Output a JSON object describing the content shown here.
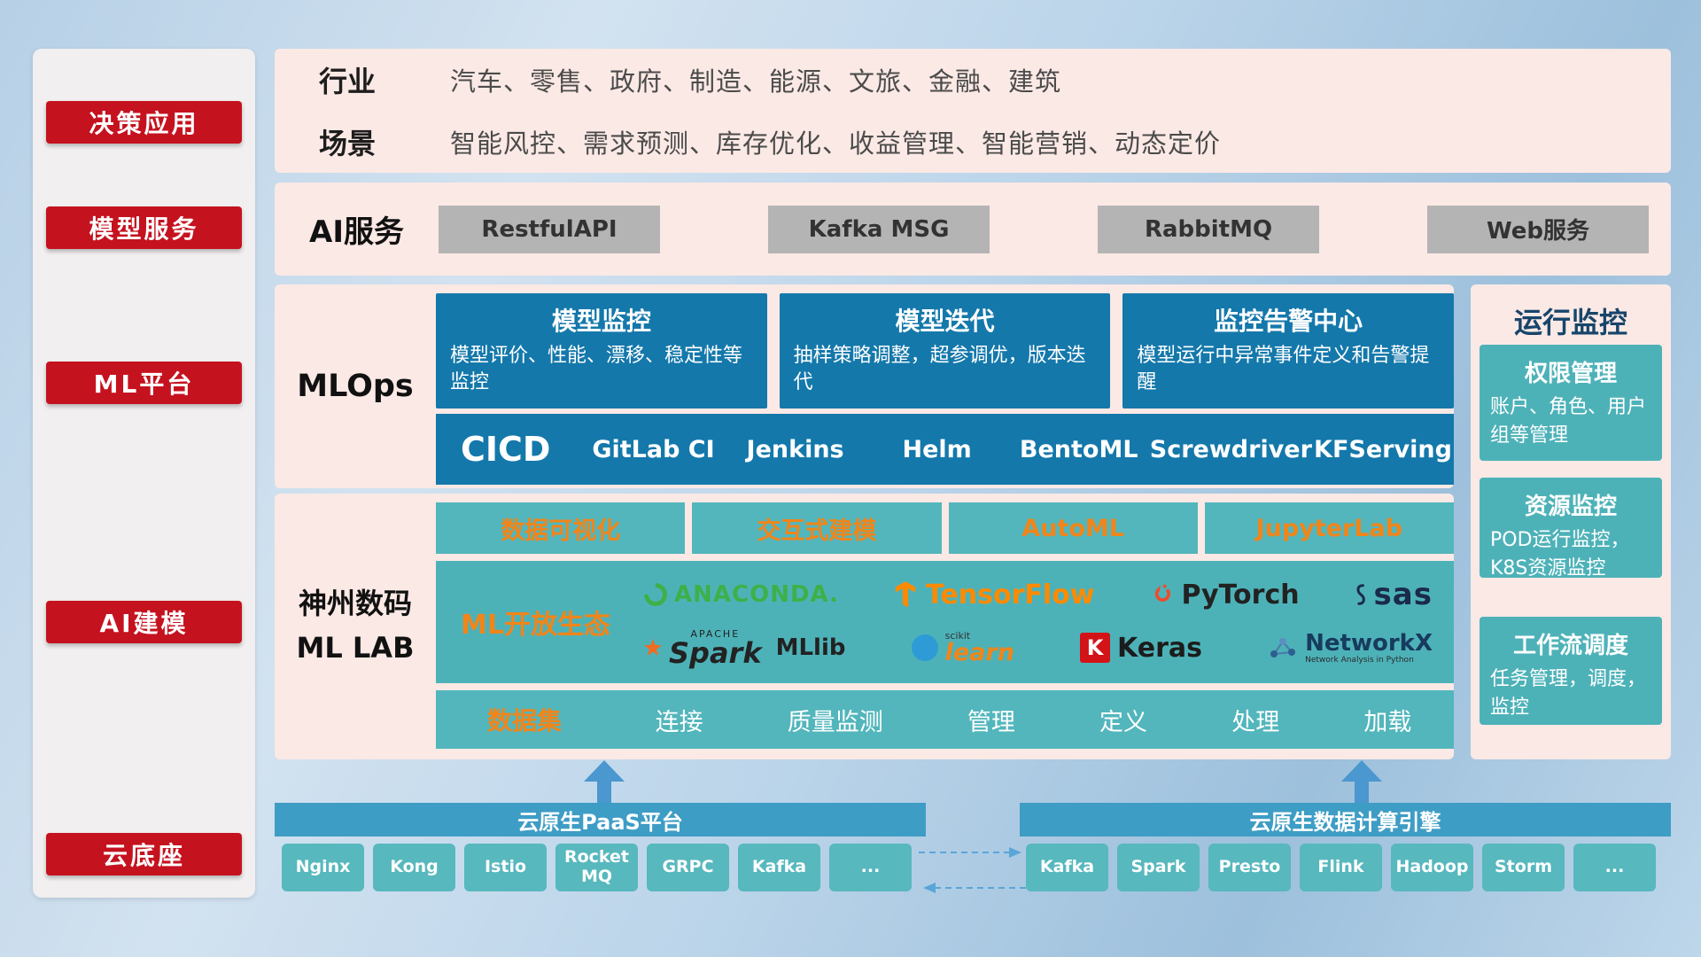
{
  "colors": {
    "accent_red": "#c5121f",
    "deep_blue": "#1478ab",
    "teal": "#52b6bc",
    "orange_text": "#f0851a",
    "bar_blue": "#3e9dc5",
    "panel_pink": "#fbe9e5"
  },
  "sidebar": {
    "items": [
      "决策应用",
      "模型服务",
      "ML平台",
      "AI建模",
      "云底座"
    ]
  },
  "industry": {
    "rows": [
      {
        "label": "行业",
        "text": "汽车、零售、政府、制造、能源、文旅、金融、建筑"
      },
      {
        "label": "场景",
        "text": "智能风控、需求预测、库存优化、收益管理、智能营销、动态定价"
      }
    ]
  },
  "ai_service": {
    "label": "AI服务",
    "buttons": [
      "RestfulAPI",
      "Kafka MSG",
      "RabbitMQ",
      "Web服务"
    ]
  },
  "mlops": {
    "label": "MLOps",
    "cards": [
      {
        "title": "模型监控",
        "desc": "模型评价、性能、漂移、稳定性等监控"
      },
      {
        "title": "模型迭代",
        "desc": "抽样策略调整，超参调优，版本迭代"
      },
      {
        "title": "监控告警中心",
        "desc": "模型运行中异常事件定义和告警提醒"
      }
    ],
    "cicd_label": "CICD",
    "cicd_items": [
      "GitLab CI",
      "Jenkins",
      "Helm",
      "BentoML",
      "Screwdriver",
      "KFServing"
    ]
  },
  "mllab": {
    "label_line1": "神州数码",
    "label_line2": "ML LAB",
    "feature_buttons": [
      "数据可视化",
      "交互式建模",
      "AutoML",
      "JupyterLab"
    ],
    "ecosystem_label": "ML开放生态",
    "logos": {
      "anaconda": "ANACONDA.",
      "tensorflow": "TensorFlow",
      "pytorch": "PyTorch",
      "sas": "sas",
      "spark_small": "APACHE",
      "spark": "Spark",
      "mllib": "MLlib",
      "scikit_small": "scikit",
      "scikit": "learn",
      "keras_letter": "K",
      "keras": "Keras",
      "networkx": "NetworkX",
      "networkx_sub": "Network Analysis in Python"
    },
    "dataset": {
      "label": "数据集",
      "items": [
        "连接",
        "质量监测",
        "管理",
        "定义",
        "处理",
        "加载"
      ]
    }
  },
  "monitor": {
    "title": "运行监控",
    "cards": [
      {
        "title": "权限管理",
        "desc": "账户、角色、用户组等管理"
      },
      {
        "title": "资源监控",
        "desc": "POD运行监控，K8S资源监控"
      },
      {
        "title": "工作流调度",
        "desc": "任务管理，调度，监控"
      }
    ]
  },
  "foundation": {
    "paas": {
      "title": "云原生PaaS平台",
      "items": [
        "Nginx",
        "Kong",
        "Istio",
        "RocketMQ",
        "GRPC",
        "Kafka",
        "..."
      ]
    },
    "engine": {
      "title": "云原生数据计算引擎",
      "items": [
        "Kafka",
        "Spark",
        "Presto",
        "Flink",
        "Hadoop",
        "Storm",
        "..."
      ]
    }
  }
}
